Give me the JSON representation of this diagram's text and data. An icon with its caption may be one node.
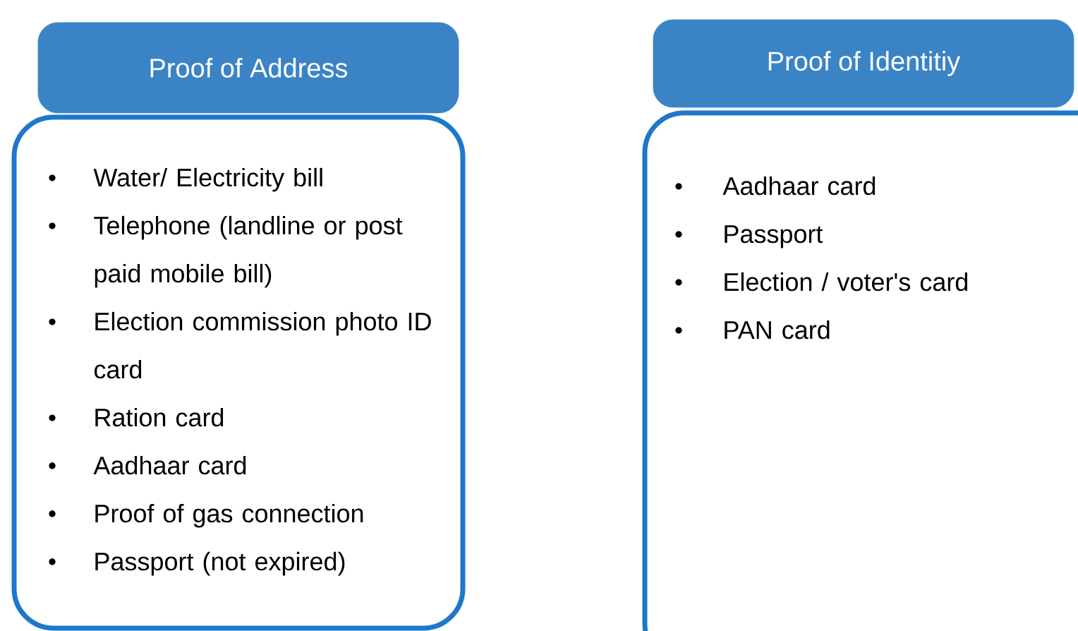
{
  "diagram": {
    "nodes": [
      {
        "text": [
          "Proof of Address"
        ]
      },
      {
        "text": [
          "Water/ Electricity bill",
          "Telephone (landline or post paid mobile bill)",
          "Election commission photo ID card",
          "Ration card",
          "Aadhaar card",
          "Proof of gas connection",
          "Passport (not expired)"
        ]
      },
      {
        "text": [
          "Proof of Identitiy"
        ]
      },
      {
        "text": [
          "Aadhaar card",
          "Passport",
          "Election / voter's card",
          "PAN card"
        ]
      }
    ]
  }
}
